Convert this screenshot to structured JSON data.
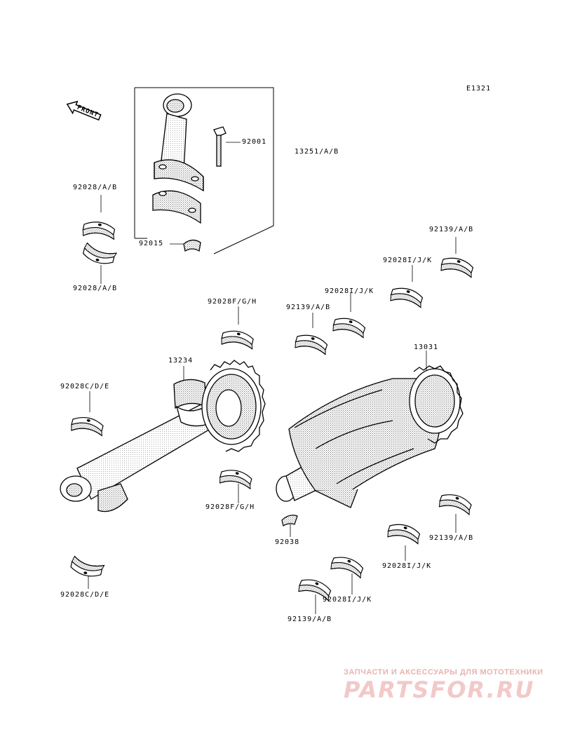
{
  "diagram_code": "E1321",
  "front_label": "FRONT",
  "labels": {
    "p92001": "92001",
    "p13251": "13251/A/B",
    "p92028ab_top": "92028/A/B",
    "p92015": "92015",
    "p92028ab_bottom": "92028/A/B",
    "p92139ab_1": "92139/A/B",
    "p92028ijk_1": "92028I/J/K",
    "p92028ijk_2": "92028I/J/K",
    "p92028fgh_top": "92028F/G/H",
    "p92139ab_2": "92139/A/B",
    "p13031": "13031",
    "p13234": "13234",
    "p92028cde_top": "92028C/D/E",
    "p92028fgh_bottom": "92028F/G/H",
    "p92038": "92038",
    "p92139ab_3": "92139/A/B",
    "p92028ijk_3": "92028I/J/K",
    "p92028cde_bottom": "92028C/D/E",
    "p92028ijk_4": "92028I/J/K",
    "p92139ab_4": "92139/A/B"
  },
  "watermark": {
    "tagline": "ЗАПЧАСТИ И АКСЕССУАРЫ ДЛЯ МОТОТЕХНИКИ",
    "logo": "PARTSFOR.RU"
  },
  "colors": {
    "line": "#000000",
    "shade": "#9a9a9a",
    "watermark": "#e7b3b3"
  }
}
